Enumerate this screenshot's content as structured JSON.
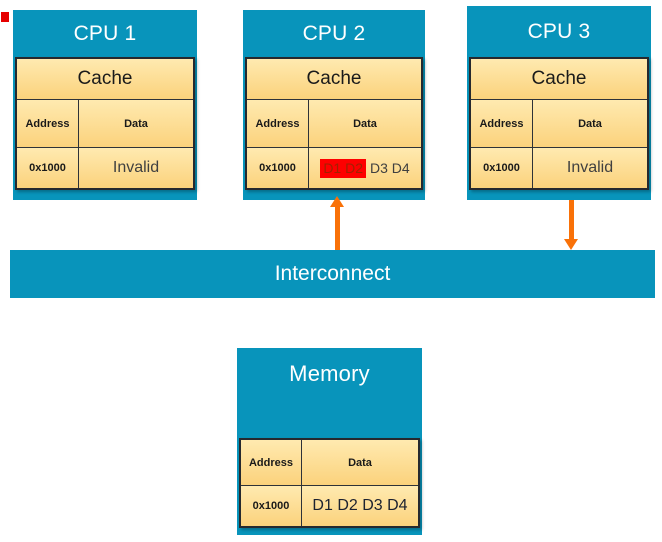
{
  "palette": {
    "blue": "#0894bb",
    "cell_gradient_top": "#ffeab0",
    "cell_gradient_bottom": "#fbd27c",
    "orange": "#f97108",
    "highlight_bg": "#fe0000",
    "highlight_text": "#a32100",
    "invalid_text": "#404040",
    "table_border": "#26292e",
    "title_text": "#ffffff",
    "marker_red": "#e60000"
  },
  "cpus": [
    {
      "title": "CPU 1",
      "cache_label": "Cache",
      "address_header": "Address",
      "data_header": "Data",
      "row": {
        "address": "0x1000",
        "data": "Invalid"
      }
    },
    {
      "title": "CPU 2",
      "cache_label": "Cache",
      "address_header": "Address",
      "data_header": "Data",
      "row": {
        "address": "0x1000",
        "data_highlighted": "D1 D2",
        "data_rest": "D3 D4"
      }
    },
    {
      "title": "CPU 3",
      "cache_label": "Cache",
      "address_header": "Address",
      "data_header": "Data",
      "row": {
        "address": "0x1000",
        "data": "Invalid"
      }
    }
  ],
  "interconnect": {
    "label": "Interconnect"
  },
  "memory": {
    "title": "Memory",
    "address_header": "Address",
    "data_header": "Data",
    "row": {
      "address": "0x1000",
      "data": "D1 D2 D3 D4"
    }
  }
}
